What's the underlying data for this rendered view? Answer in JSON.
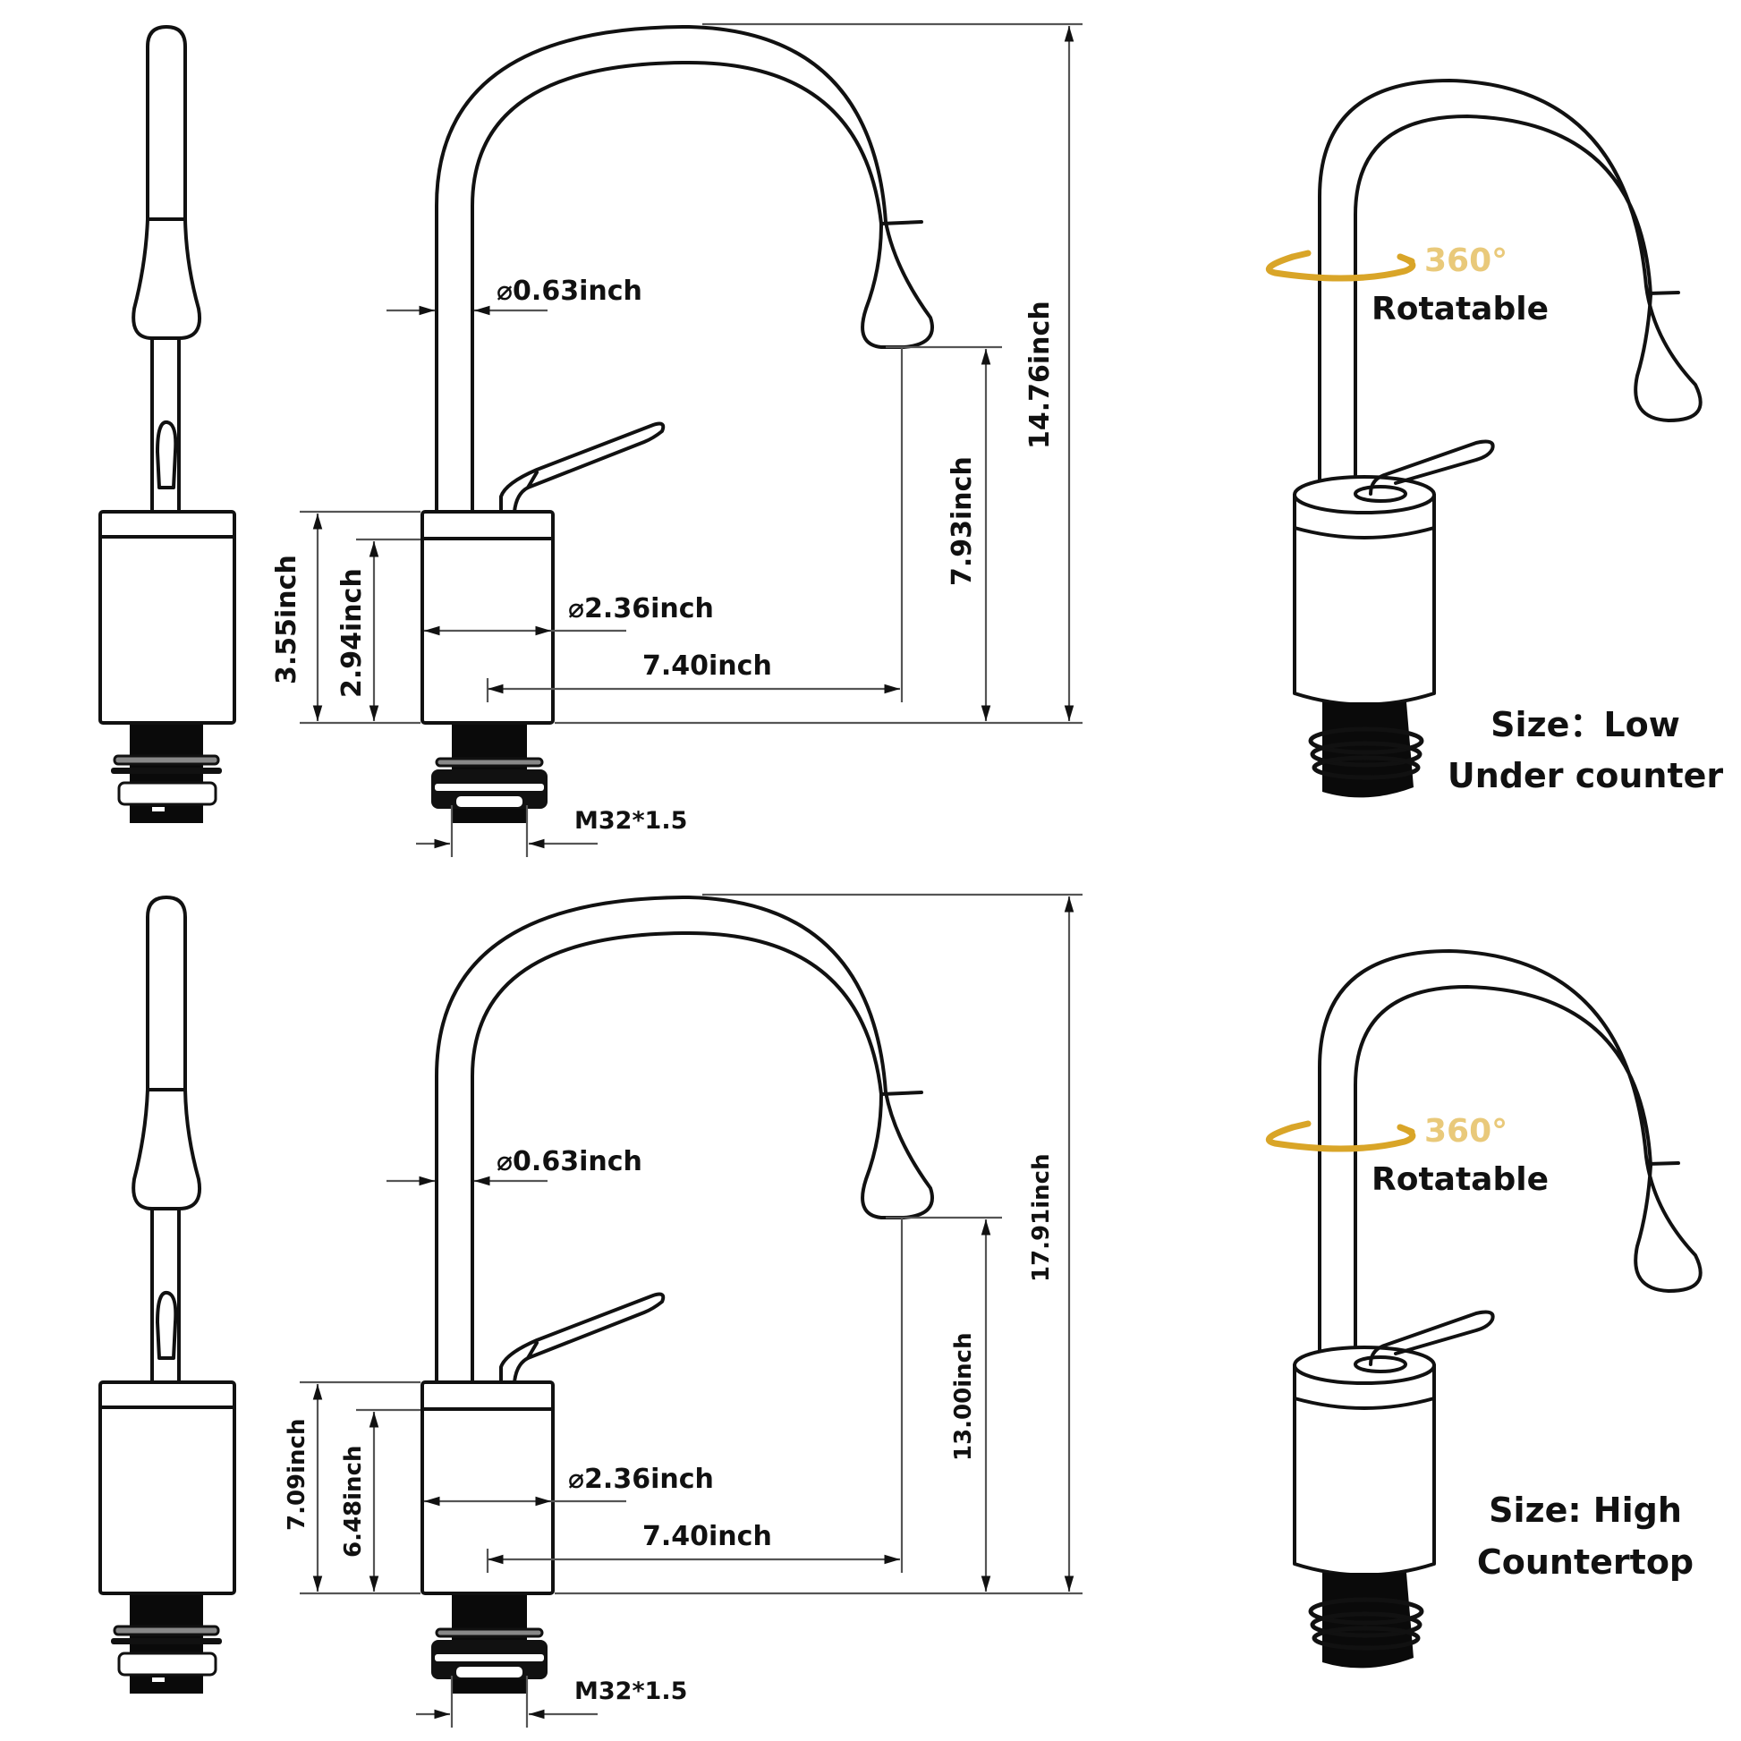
{
  "variants": [
    {
      "id": "low",
      "dimensions": {
        "spout_diameter": "⌀0.63inch",
        "base_diameter": "⌀2.36inch",
        "reach": "7.40inch",
        "spout_height": "7.93inch",
        "total_height": "14.76inch",
        "base_height": "3.55inch",
        "body_height": "2.94inch",
        "thread": "M32*1.5"
      },
      "rotation": {
        "angle": "360°",
        "label": "Rotatable"
      },
      "size_title": "Size：Low",
      "size_subtitle": "Under counter"
    },
    {
      "id": "high",
      "dimensions": {
        "spout_diameter": "⌀0.63inch",
        "base_diameter": "⌀2.36inch",
        "reach": "7.40inch",
        "spout_height": "13.00inch",
        "total_height": "17.91inch",
        "base_height": "7.09inch",
        "body_height": "6.48inch",
        "thread": "M32*1.5"
      },
      "rotation": {
        "angle": "360°",
        "label": "Rotatable"
      },
      "size_title": "Size: High",
      "size_subtitle": "Countertop"
    }
  ],
  "colors": {
    "line": "#111111",
    "accent_gold": "#d9a528",
    "accent_gold_text": "#e9c97a",
    "background": "#ffffff"
  }
}
